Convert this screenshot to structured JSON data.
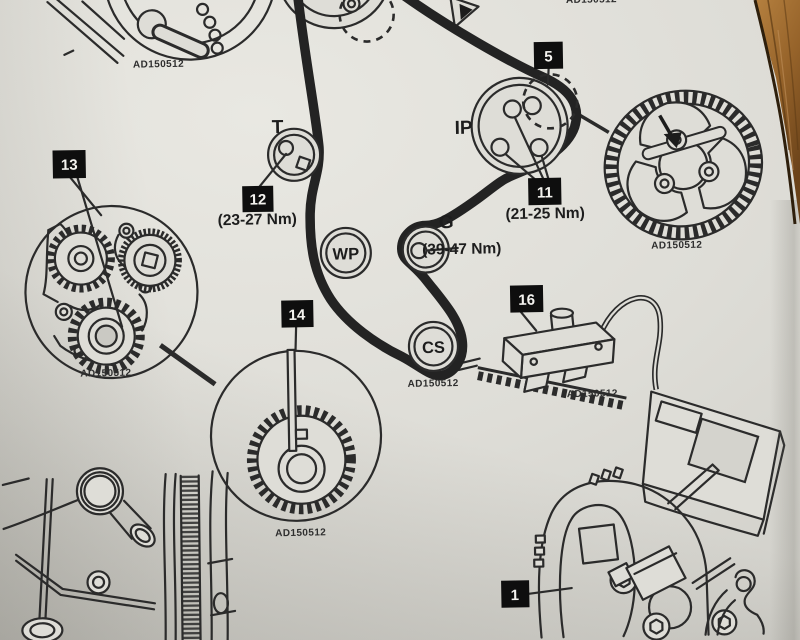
{
  "watermark": "AD150512",
  "callouts": {
    "timing_cover": "1",
    "pump_mark": "5",
    "pump_bolts": "11",
    "tensioner_bolt": "12",
    "rear_detail": "13",
    "crank_detail": "14",
    "tension_gauge": "16"
  },
  "pulleys": {
    "tensioner": "T",
    "injection_pump": "IP",
    "guide": "G",
    "water_pump": "WP",
    "crankshaft": "CS"
  },
  "torques": {
    "tensioner": "(23-27 Nm)",
    "injection_pump": "(21-25 Nm)",
    "guide": "(39-47 Nm)"
  },
  "colors": {
    "ink": "#2b2b2b",
    "paper": "#deddd7",
    "belt": "#232323",
    "callout_box": "#0e0e0e",
    "callout_text": "#f4f3ef",
    "wood": "#9c6a30"
  }
}
